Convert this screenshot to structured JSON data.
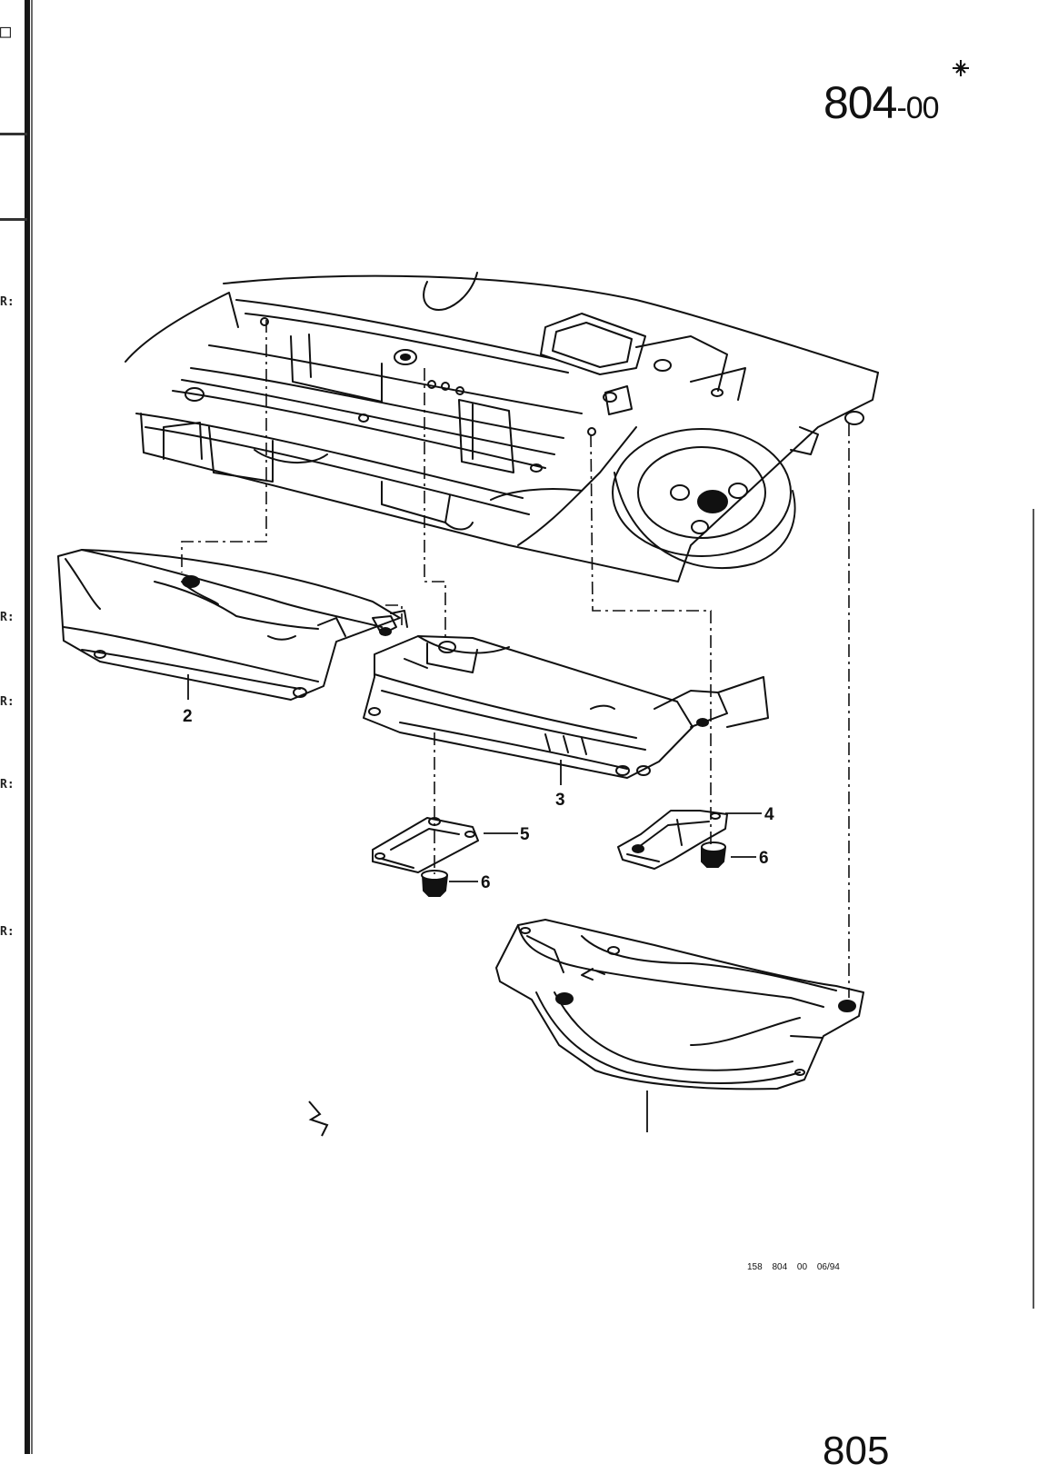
{
  "header": {
    "section_main": "804",
    "section_suffix": "-00"
  },
  "callouts": {
    "c2": "2",
    "c3": "3",
    "c4": "4",
    "c5": "5",
    "c6a": "6",
    "c6b": "6"
  },
  "margin": {
    "marks": [
      "□",
      "R:",
      "R:",
      "R:",
      "R:",
      "R:"
    ]
  },
  "footer": {
    "code": "158 804 00 06/94",
    "page_number": "805"
  }
}
